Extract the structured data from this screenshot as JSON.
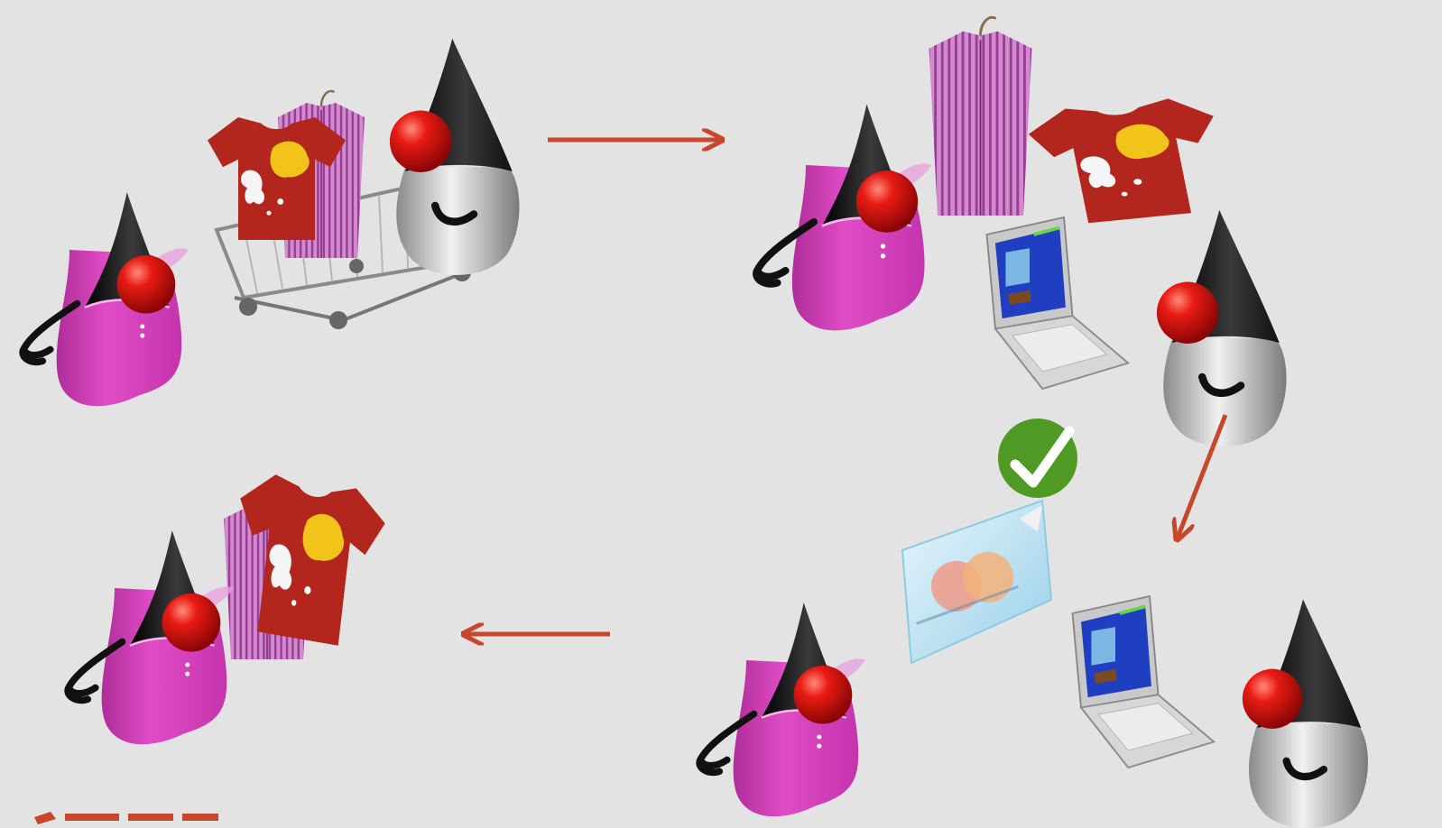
{
  "page": {
    "background": "#e2e3e2",
    "title_fragment": "",
    "logo_fragment": ""
  },
  "colors": {
    "arrow": "#c8472b",
    "female_duke_body": "#d83fbd",
    "male_duke_body": "#c9c9c9",
    "duke_head": "#1a1a1a",
    "duke_nose": "#e01515",
    "tshirt": "#b3261e",
    "tshirt_print": "#f2c318",
    "striped_shirt": "#c879c4",
    "checkmark_badge": "#4f9a25",
    "credit_card": "#bfe3f3",
    "laptop_screen": "#1f3fc0"
  },
  "diagram": {
    "steps": [
      {
        "icons": [
          "female-duke-icon",
          "male-duke-icon",
          "shopping-cart-icon",
          "tshirt-icon",
          "striped-shirt-icon"
        ]
      },
      {
        "icons": [
          "female-duke-icon",
          "striped-shirt-icon",
          "tshirt-icon",
          "laptop-icon",
          "male-duke-icon"
        ]
      },
      {
        "icons": [
          "female-duke-icon",
          "credit-card-icon",
          "checkmark-icon",
          "laptop-icon",
          "male-duke-icon"
        ]
      },
      {
        "icons": [
          "female-duke-icon",
          "striped-shirt-icon",
          "tshirt-icon"
        ]
      }
    ],
    "flow": [
      "step-1-to-step-2",
      "step-2-to-step-3",
      "step-3-to-step-4"
    ]
  }
}
